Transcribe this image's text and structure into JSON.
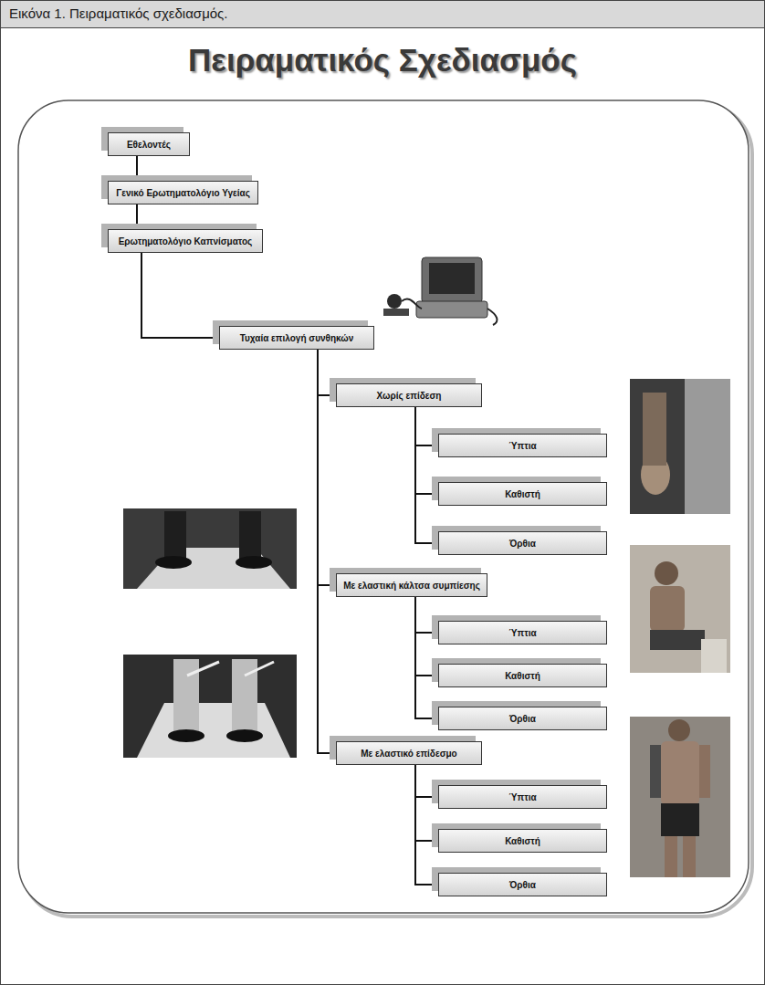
{
  "diagram": {
    "title": "Πειραματικός Σχεδιασμός",
    "caption": "Εικόνα 1. Πειραματικός σχεδιασμός.",
    "nodes": [
      {
        "text": [
          "Εθελοντές"
        ]
      },
      {
        "text": [
          "Γενικό Ερωτηματολόγιο Υγείας"
        ]
      },
      {
        "text": [
          "Ερωτηματολόγιο Καπνίσματος"
        ]
      },
      {
        "text": [
          "Τυχαία επιλογή συνθηκών"
        ]
      },
      {
        "text": [
          "Χωρίς επίδεση"
        ]
      },
      {
        "text": [
          "Ύπτια"
        ]
      },
      {
        "text": [
          "Καθιστή"
        ]
      },
      {
        "text": [
          "Όρθια"
        ]
      },
      {
        "text": [
          "Με ελαστική κάλτσα συμπίεσης"
        ]
      },
      {
        "text": [
          "Ύπτια"
        ]
      },
      {
        "text": [
          "Καθιστή"
        ]
      },
      {
        "text": [
          "Όρθια"
        ]
      },
      {
        "text": [
          "Με ελαστικό επίδεσμο"
        ]
      },
      {
        "text": [
          "Ύπτια"
        ]
      },
      {
        "text": [
          "Καθιστή"
        ]
      },
      {
        "text": [
          "Όρθια"
        ]
      }
    ],
    "edges": [
      {
        "from": 0,
        "to": 1,
        "arrow": "none"
      },
      {
        "from": 1,
        "to": 2,
        "arrow": "none"
      },
      {
        "from": 2,
        "to": 3,
        "arrow": "none"
      },
      {
        "from": 3,
        "to": 4,
        "arrow": "none"
      },
      {
        "from": 3,
        "to": 8,
        "arrow": "none"
      },
      {
        "from": 3,
        "to": 12,
        "arrow": "none"
      },
      {
        "from": 4,
        "to": 5,
        "arrow": "none"
      },
      {
        "from": 4,
        "to": 6,
        "arrow": "none"
      },
      {
        "from": 4,
        "to": 7,
        "arrow": "none"
      },
      {
        "from": 8,
        "to": 9,
        "arrow": "none"
      },
      {
        "from": 8,
        "to": 10,
        "arrow": "none"
      },
      {
        "from": 8,
        "to": 11,
        "arrow": "none"
      },
      {
        "from": 12,
        "to": 13,
        "arrow": "none"
      },
      {
        "from": 12,
        "to": 14,
        "arrow": "none"
      },
      {
        "from": 12,
        "to": 15,
        "arrow": "none"
      }
    ]
  }
}
